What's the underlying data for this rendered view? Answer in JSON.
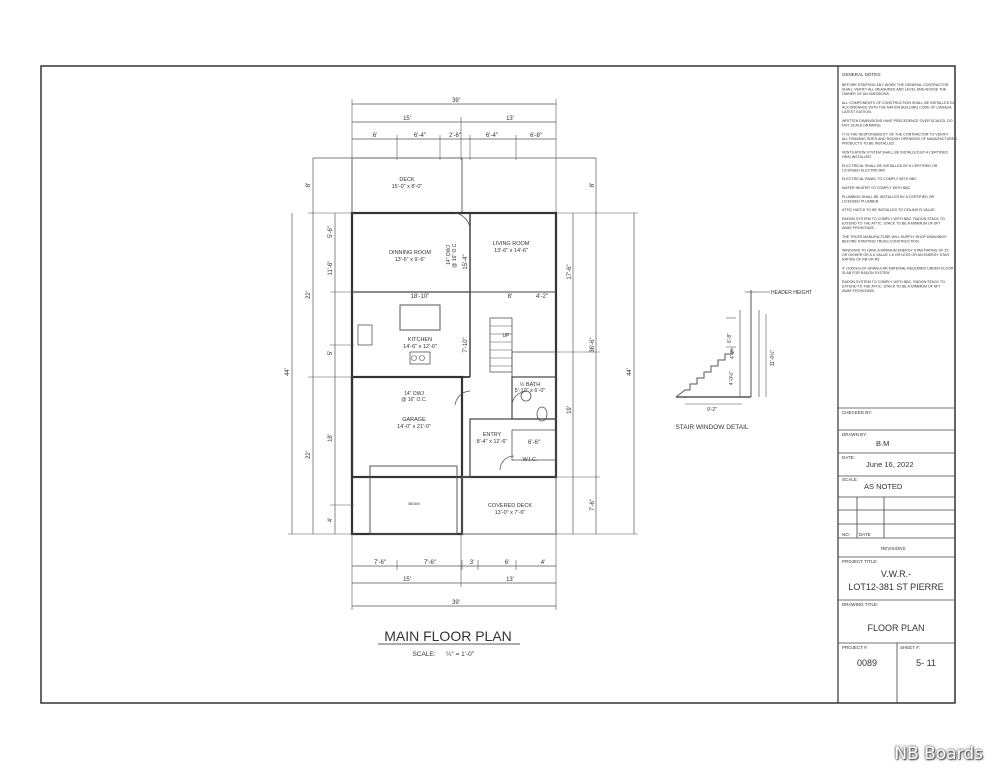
{
  "plan": {
    "title": "MAIN FLOOR PLAN",
    "scale_label": "SCALE:",
    "scale_value": "¼\" = 1'-0\""
  },
  "dimensions": {
    "overall_width": "39'",
    "top_15": "15'",
    "top_13": "13'",
    "top_6": "6'",
    "top_6_4a": "6'-4\"",
    "top_2_6": "2'-6\"",
    "top_6_4b": "6'-4\"",
    "top_6_8": "6'-8\"",
    "bot_7_6a": "7'-6\"",
    "bot_7_6b": "7'-6\"",
    "bot_3": "3'",
    "bot_6": "6'",
    "bot_4": "4'",
    "bot_15": "15'",
    "bot_13": "13'",
    "bot_overall": "39'",
    "left_8": "8'",
    "left_5_6": "5'-6\"",
    "left_11_6": "11'-6\"",
    "left_22a": "22'",
    "left_5": "5'",
    "left_44": "44'",
    "left_18": "18'",
    "left_22b": "22'",
    "left_4": "4'",
    "right_8": "8'",
    "right_17_6": "17'-6\"",
    "right_36_6": "36'-6\"",
    "right_44": "44'",
    "right_19": "19'",
    "right_7_6": "7'-6\"",
    "int_18_10": "18'-10\"",
    "int_8": "8'",
    "int_4_2": "4'-2\"",
    "int_15_4": "15'-4\"",
    "int_7_10": "7'-10\"",
    "int_6_6": "6'-6\""
  },
  "rooms": [
    {
      "name": "DECK",
      "size": "15'-0\" x 8'-0\""
    },
    {
      "name": "DINNING ROOM",
      "size": "13'-6\" x 9'-6\""
    },
    {
      "name": "LIVING ROOM",
      "size": "13'-6\" x 14'-6\""
    },
    {
      "name": "KITCHEN",
      "size": "14'-6\" x 12'-0\""
    },
    {
      "name": "GARAGE",
      "size": "14'-0\" x 21'-0\""
    },
    {
      "name": "½ BATH",
      "size": "5'-10\" x 6'-0\""
    },
    {
      "name": "ENTRY",
      "size": "8'-4\" x 12'-6\""
    },
    {
      "name": "W.I.C.",
      "size": ""
    },
    {
      "name": "COVERED DECK",
      "size": "13'-0\" x 7'-6\""
    }
  ],
  "annotations": {
    "joist_vertical_1": "14\" OWJ",
    "joist_vertical_2": "@ 16\" O.C.",
    "joist_garage_1": "14\" OWJ",
    "joist_garage_2": "@ 16\" O.C.",
    "up": "UP",
    "beam": "BEAM"
  },
  "stair_detail": {
    "title": "STAIR WINDOW DETAIL",
    "header_label": "HEADER HEIGHT",
    "dim_6_8": "6'-8\"",
    "dim_4_2": "4'-2\"",
    "dim_11": "11'-0½\"",
    "dim_4_0": "4'-0½\"",
    "dim_9_2": "9'-2\""
  },
  "title_block": {
    "notes_heading": "GENERAL NOTES:",
    "notes": [
      "BEFORE STARTING ANY WORK THE GENERAL CONTRACTOR SHALL VERIFY ALL MEASURES AND LEVEL AND ADVISE THE OWNER OF AN OMISSIONS.",
      "ALL COMPONENTS OF CONSTRUCTION SHALL BE INSTALLED IN ACCORDANCE WITH THE NATION BUILDING CODE OF CANADA LATEST EDITION.",
      "WRITTEN DIMENSIONS HAVE PRECEDENCE OVER SCALED. DO NOT SCALE DRAWING.",
      "IT IS THE RESPONSIBILITY OF THE CONTRACTOR TO VERIFY ALL FRAMING SIZES AND ROUGH OPENINGS OF MANUFACTURED PRODUCTS TO BE INSTALLED.",
      "VENTILATION SYSTEM SHALL BE INSTALLED BY A CERTIFIED HRAI INSTALLER.",
      "ELECTRICAL SHALL BE INSTALLED BY A CERTIFIED OR LICENSED ELECTRICIAN.",
      "ELECTRICAL PANEL TO COMPLY WITH NBC",
      "WATER HEATER TO COMPLY WITH NBC",
      "PLUMBING SHALL BE INSTALLED BY A CERTIFIED OR LICENSED PLUMBER.",
      "ATTIC HATCH TO BE INSTALLED TO CEILING R-VALUE.",
      "RADON SYSTEM TO COMPLY WITH NBC. RADON STACK TO EXTEND TO THE ATTIC. STACK TO BE A MINIMUM OF 6FT AWAY FROM EAVE.",
      "THE TRUSS MANUFACTURE WILL SUPPLY SHOP DRAWINGS BEFORE STARTING TRUSS CONSTRUCTION.",
      "WINDOWS TO HAVE A MINIMUM ENERGY STAR RATING OF 25 OR HIGHER OR A U VALUE 1.6 OR LESS OR AN ENERGY STAR RATING OF RB OR R5",
      "4\" (100mm) OF GRANULAR MATERIAL REQUIRED UNDER FLOOR SLAB FOR RADON SYSTEM",
      "RADON SYSTEM TO COMPLY WITH NBC. RADON STACK TO EXTEND TO THE ATTIC. STACK TO BE A MINIMUM OF 6FT AWAY FROM EAVE."
    ],
    "checked_by_label": "CHECKED BY:",
    "drawn_by_label": "DRAWN BY:",
    "drawn_by": "B.M",
    "date_label": "DATE:",
    "date": "June 16, 2022",
    "scale_label": "SCALE:",
    "scale": "AS NOTED",
    "no_label": "NO.",
    "rev_date_label": "DATE",
    "revisions_label": "REVISIONS",
    "project_title_label": "PROJECT TITLE:",
    "project_line1": "V.W.R.-",
    "project_line2": "LOT12-381 ST PIERRE",
    "drawing_title_label": "DRAWING TITLE:",
    "drawing_title": "FLOOR PLAN",
    "project_no_label": "PROJECT #:",
    "project_no": "0089",
    "sheet_label": "SHEET #:",
    "sheet": "5- 11"
  },
  "watermark": "NB Boards"
}
